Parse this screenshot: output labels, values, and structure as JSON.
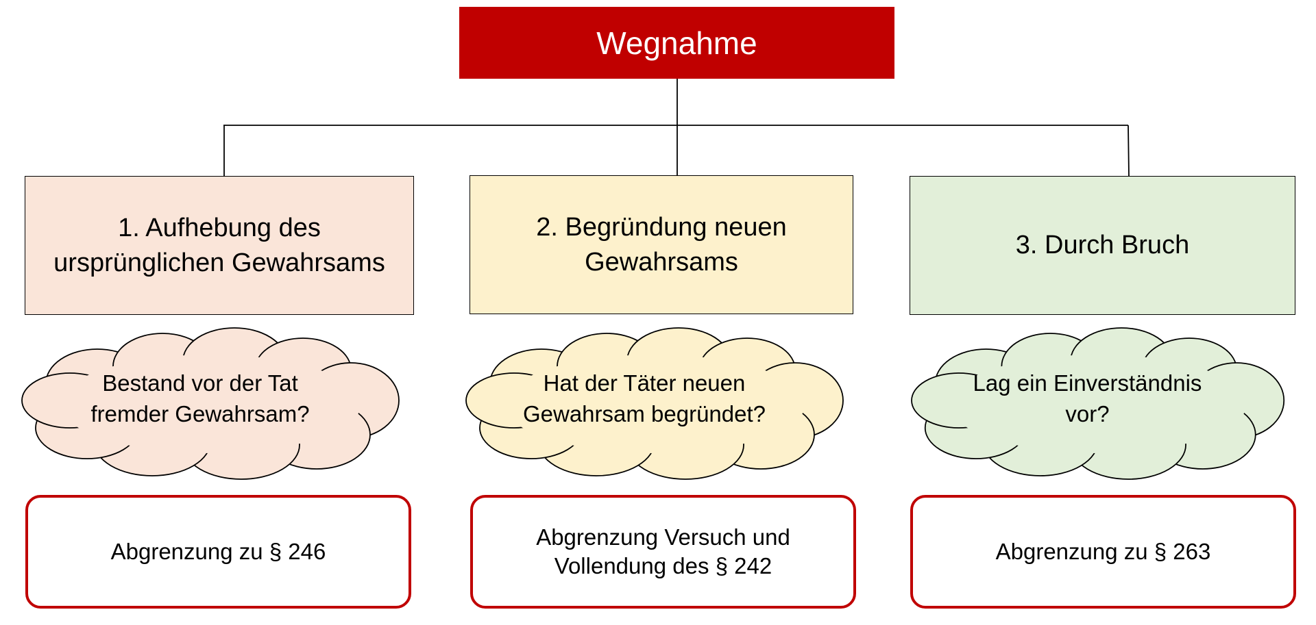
{
  "root": {
    "label": "Wegnahme"
  },
  "colors": {
    "root_fill": "#c00000",
    "pillar_1_fill": "#fae5d9",
    "pillar_2_fill": "#fdf1cc",
    "pillar_3_fill": "#e2efd9",
    "bottom_border": "#c00000",
    "connector": "#000000"
  },
  "pillars": [
    {
      "label": "1. Aufhebung des ursprünglichen Gewahrsams",
      "question": "Bestand vor der Tat fremder Gewahrsam?",
      "note": "Abgrenzung zu § 246"
    },
    {
      "label": "2. Begründung neuen Gewahrsams",
      "question": "Hat der Täter neuen Gewahrsam begründet?",
      "note": "Abgrenzung Versuch und Vollendung des § 242"
    },
    {
      "label": "3. Durch Bruch",
      "question": "Lag ein Einverständnis vor?",
      "note": "Abgrenzung zu § 263"
    }
  ]
}
